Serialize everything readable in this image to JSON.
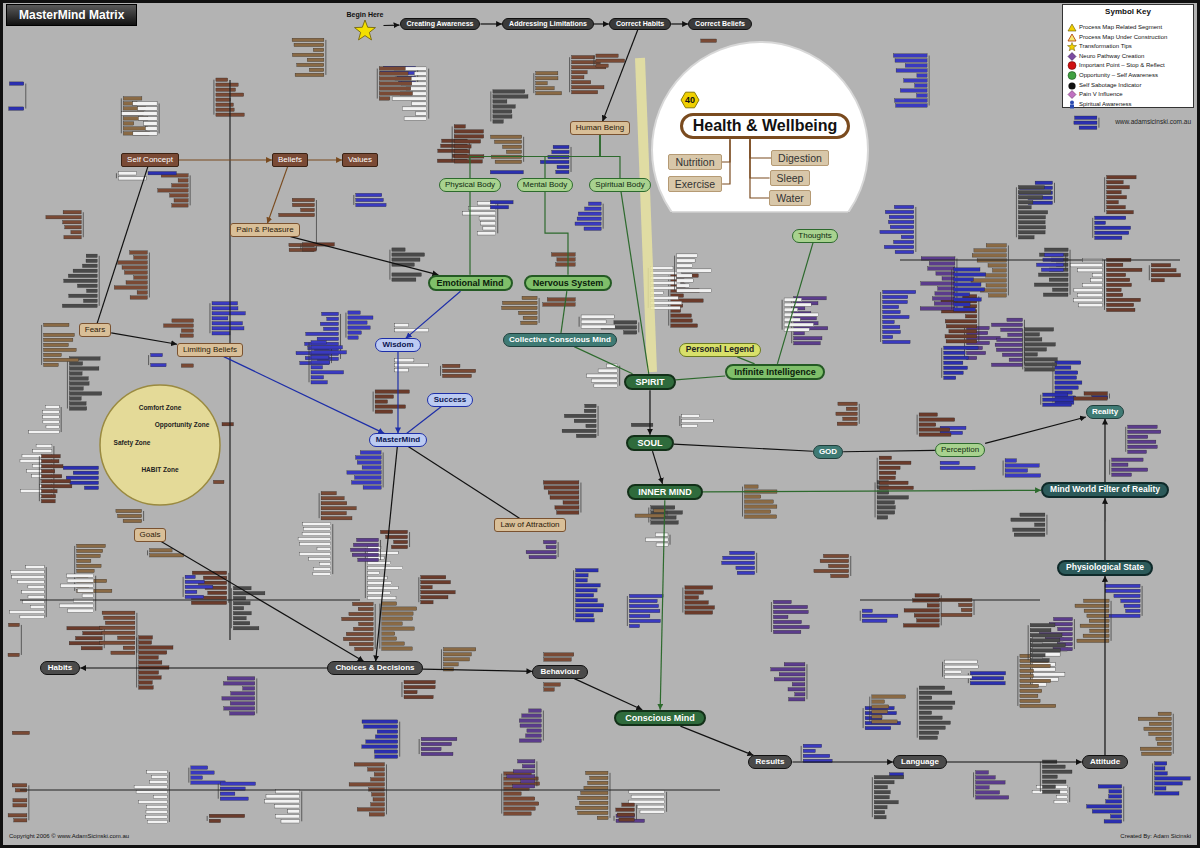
{
  "diagram": {
    "title": "MasterMind Matrix",
    "nodes": [
      {
        "text": [
          "Begin Here"
        ]
      },
      {
        "text": [
          "Creating Awareness"
        ]
      },
      {
        "text": [
          "Addressing Limitations"
        ]
      },
      {
        "text": [
          "Correct Habits"
        ]
      },
      {
        "text": [
          "Correct Beliefs"
        ]
      },
      {
        "text": [
          "Health & Wellbeing"
        ]
      },
      {
        "text": [
          "Nutrition"
        ]
      },
      {
        "text": [
          "Exercise"
        ]
      },
      {
        "text": [
          "Digestion"
        ]
      },
      {
        "text": [
          "Sleep"
        ]
      },
      {
        "text": [
          "Water"
        ]
      },
      {
        "text": [
          "Human Being"
        ]
      },
      {
        "text": [
          "Physical Body"
        ]
      },
      {
        "text": [
          "Mental Body"
        ]
      },
      {
        "text": [
          "Spiritual Body"
        ]
      },
      {
        "text": [
          "Emotional Mind"
        ]
      },
      {
        "text": [
          "Nervous System"
        ]
      },
      {
        "text": [
          "Collective Conscious Mind"
        ]
      },
      {
        "text": [
          "Personal Legend"
        ]
      },
      {
        "text": [
          "Infinite Intelligence"
        ]
      },
      {
        "text": [
          "SPIRIT"
        ]
      },
      {
        "text": [
          "SOUL"
        ]
      },
      {
        "text": [
          "GOD"
        ]
      },
      {
        "text": [
          "INNER MIND"
        ]
      },
      {
        "text": [
          "Conscious Mind"
        ]
      },
      {
        "text": [
          "MasterMind"
        ]
      },
      {
        "text": [
          "Wisdom"
        ]
      },
      {
        "text": [
          "Success"
        ]
      },
      {
        "text": [
          "Law of Attraction"
        ]
      },
      {
        "text": [
          "Pain & Pleasure"
        ]
      },
      {
        "text": [
          "Self Concept"
        ]
      },
      {
        "text": [
          "Beliefs"
        ]
      },
      {
        "text": [
          "Values"
        ]
      },
      {
        "text": [
          "Mind World Filter of Reality"
        ]
      },
      {
        "text": [
          "Physiological State"
        ]
      },
      {
        "text": [
          "Language"
        ]
      },
      {
        "text": [
          "Attitude"
        ]
      },
      {
        "text": [
          "Choices & Decisions"
        ]
      },
      {
        "text": [
          "Habits"
        ]
      },
      {
        "text": [
          "Thoughts"
        ]
      },
      {
        "text": [
          "Perception"
        ]
      },
      {
        "text": [
          "Reality"
        ]
      },
      {
        "text": [
          "Behaviour"
        ]
      },
      {
        "text": [
          "Results"
        ]
      },
      {
        "text": [
          "Goals"
        ]
      },
      {
        "text": [
          "Fears"
        ]
      },
      {
        "text": [
          "Limiting Beliefs"
        ]
      }
    ],
    "edges": [
      {
        "from": 0,
        "to": 1,
        "arrow": "to"
      },
      {
        "from": 1,
        "to": 2,
        "arrow": "to"
      },
      {
        "from": 2,
        "to": 3,
        "arrow": "to"
      },
      {
        "from": 3,
        "to": 4,
        "arrow": "to"
      },
      {
        "from": 5,
        "to": 6,
        "arrow": "none"
      },
      {
        "from": 5,
        "to": 7,
        "arrow": "none"
      },
      {
        "from": 5,
        "to": 8,
        "arrow": "none"
      },
      {
        "from": 5,
        "to": 9,
        "arrow": "none"
      },
      {
        "from": 5,
        "to": 10,
        "arrow": "none"
      },
      {
        "from": 11,
        "to": 12,
        "arrow": "none"
      },
      {
        "from": 11,
        "to": 13,
        "arrow": "none"
      },
      {
        "from": 11,
        "to": 14,
        "arrow": "none"
      },
      {
        "from": 12,
        "to": 15,
        "arrow": "none"
      },
      {
        "from": 13,
        "to": 16,
        "arrow": "none"
      },
      {
        "from": 14,
        "to": 20,
        "arrow": "none"
      },
      {
        "from": 20,
        "to": 21,
        "arrow": "to"
      },
      {
        "from": 21,
        "to": 23,
        "arrow": "to"
      },
      {
        "from": 20,
        "to": 19,
        "arrow": "none"
      },
      {
        "from": 18,
        "to": 19,
        "arrow": "none"
      },
      {
        "from": 21,
        "to": 22,
        "arrow": "none"
      },
      {
        "from": 23,
        "to": 24,
        "arrow": "to"
      },
      {
        "from": 15,
        "to": 26,
        "arrow": "to"
      },
      {
        "from": 26,
        "to": 25,
        "arrow": "to"
      },
      {
        "from": 25,
        "to": 27,
        "arrow": "none"
      },
      {
        "from": 25,
        "to": 28,
        "arrow": "none"
      },
      {
        "from": 25,
        "to": 37,
        "arrow": "to"
      },
      {
        "from": 37,
        "to": 38,
        "arrow": "to"
      },
      {
        "from": 37,
        "to": 42,
        "arrow": "to"
      },
      {
        "from": 42,
        "to": 24,
        "arrow": "to"
      },
      {
        "from": 24,
        "to": 43,
        "arrow": "to"
      },
      {
        "from": 43,
        "to": 35,
        "arrow": "to"
      },
      {
        "from": 35,
        "to": 36,
        "arrow": "to"
      },
      {
        "from": 36,
        "to": 34,
        "arrow": "to"
      },
      {
        "from": 34,
        "to": 33,
        "arrow": "to"
      },
      {
        "from": 33,
        "to": 41,
        "arrow": "to"
      },
      {
        "from": 23,
        "to": 33,
        "arrow": "to"
      },
      {
        "from": 22,
        "to": 40,
        "arrow": "none"
      },
      {
        "from": 40,
        "to": 41,
        "arrow": "to"
      },
      {
        "from": 30,
        "to": 31,
        "arrow": "to"
      },
      {
        "from": 31,
        "to": 32,
        "arrow": "to"
      },
      {
        "from": 31,
        "to": 29,
        "arrow": "to"
      },
      {
        "from": 29,
        "to": 15,
        "arrow": "to"
      },
      {
        "from": 45,
        "to": 46,
        "arrow": "to"
      },
      {
        "from": 46,
        "to": 25,
        "arrow": "to"
      },
      {
        "from": 44,
        "to": 37,
        "arrow": "to"
      },
      {
        "from": 39,
        "to": 19,
        "arrow": "none"
      },
      {
        "from": 30,
        "to": 45,
        "arrow": "none"
      },
      {
        "from": 17,
        "to": 20,
        "arrow": "none"
      },
      {
        "from": 16,
        "to": 17,
        "arrow": "none"
      },
      {
        "from": 3,
        "to": 11,
        "arrow": "to"
      }
    ],
    "labels": [
      "40",
      "Comfort Zone",
      "Opportunity Zone",
      "Safety Zone",
      "HABIT Zone",
      "Symbol Key",
      "www.adamsicinski.com.au",
      "Copyright 2006 © www.AdamSicinski.com.au",
      "Created By: Adam Sicinski"
    ],
    "legend": [
      {
        "text": "Process Map Related Segment"
      },
      {
        "text": "Process Map Under Construction"
      },
      {
        "text": "Transformation Tips"
      },
      {
        "text": "Neuro Pathway Creation"
      },
      {
        "text": "Important Point – Stop & Reflect"
      },
      {
        "text": "Opportunity – Self Awareness"
      },
      {
        "text": "Self Sabotage Indicator"
      },
      {
        "text": "Pain V Influence"
      },
      {
        "text": "Spiritual Awareness"
      }
    ]
  }
}
